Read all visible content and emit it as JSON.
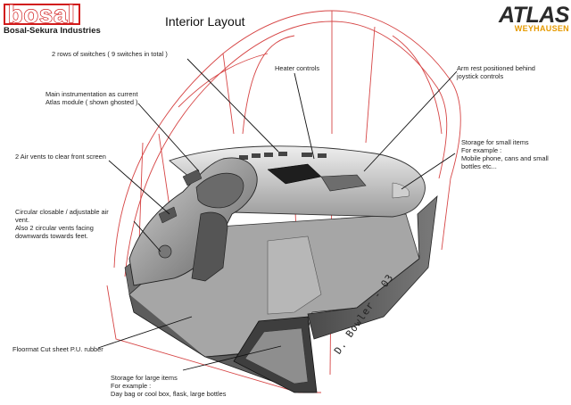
{
  "header": {
    "brand_logo": "bosal",
    "brand_name": "Bosal-Sekura Industries",
    "title": "Interior Layout",
    "partner_logo": "ATLAS",
    "partner_sub": "WEYHAUSEN"
  },
  "colors": {
    "brand_red": "#d11b1b",
    "partner_orange": "#e69a00",
    "ghost_line": "#d64545",
    "body_grey": "#8a8a8a",
    "floor_grey": "#a2a2a2"
  },
  "annotations": {
    "switches": "2 rows of switches ( 9 switches in total )",
    "instrumentation": "Main instrumentation as current\nAtlas module ( shown ghosted )",
    "heater": "Heater controls",
    "armrest": "Arm rest positioned behind\njoystick controls",
    "storage_small": "Storage for small items\nFor example :\nMobile phone, cans and small\nbottles etc...",
    "air_vents": "2 Air vents to clear front screen",
    "circular_vent": "Circular closable / adjustable air\nvent.\nAlso 2 circular vents facing\ndownwards towards feet.",
    "floormat": "Floormat Cut sheet P.U. rubber",
    "storage_large": "Storage for large items\nFor example :\nDay bag or cool box, flask, large bottles"
  },
  "signature": "D. Bowler - 03"
}
